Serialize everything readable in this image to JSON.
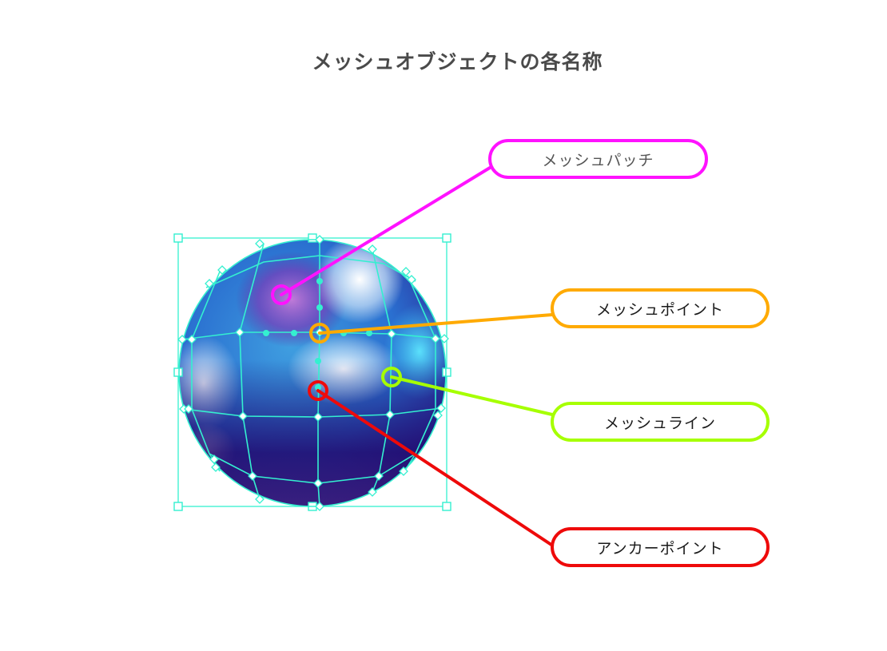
{
  "title": "メッシュオブジェクトの各名称",
  "colors": {
    "mesh": "#34f0d0",
    "patch": "#ff12ff",
    "point": "#ffaa00",
    "line": "#a6ff00",
    "anchor": "#ee0a0a"
  },
  "callouts": [
    {
      "id": "patch",
      "label": "メッシュパッチ",
      "color": "#ff12ff"
    },
    {
      "id": "point",
      "label": "メッシュポイント",
      "color": "#ffaa00"
    },
    {
      "id": "line",
      "label": "メッシュライン",
      "color": "#a6ff00"
    },
    {
      "id": "anchor",
      "label": "アンカーポイント",
      "color": "#ee0a0a"
    }
  ]
}
